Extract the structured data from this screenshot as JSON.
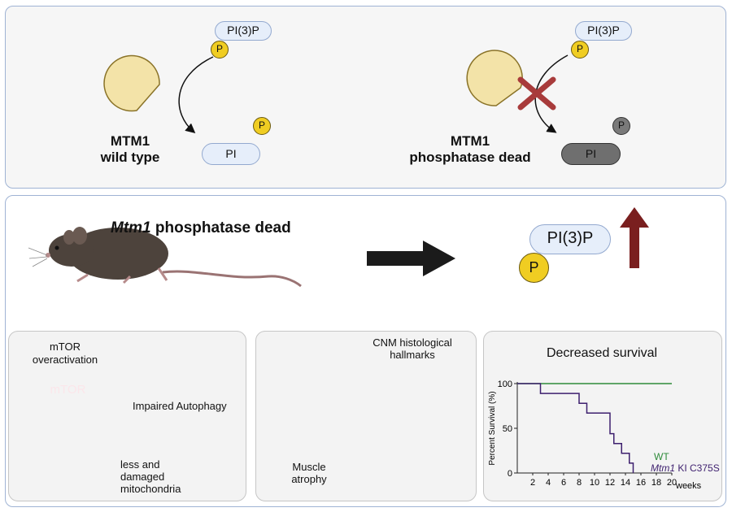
{
  "top_panel": {
    "left": {
      "enzyme_label_line1": "MTM1",
      "enzyme_label_line2": "wild type",
      "substrate": "PI(3)P",
      "product": "PI",
      "phosphate": "P"
    },
    "right": {
      "enzyme_label_line1": "MTM1",
      "enzyme_label_line2": "phosphatase dead",
      "substrate": "PI(3)P",
      "product": "PI",
      "phosphate": "P"
    }
  },
  "bottom_panel": {
    "mouse_title_italic": "Mtm1",
    "mouse_title_rest": " phosphatase dead",
    "result_lipid": "PI(3)P",
    "result_phosphate": "P",
    "sub1": {
      "mtor_title_line1": "mTOR",
      "mtor_title_line2": "overactivation",
      "mtor_box": "mTOR",
      "autophagy": "Impaired Autophagy",
      "mito_line1": "less and",
      "mito_line2": "damaged",
      "mito_line3": "mitochondria"
    },
    "sub2": {
      "histo_title_line1": "CNM histological",
      "histo_title_line2": "hallmarks",
      "muscle_line1": "Muscle",
      "muscle_line2": "atrophy"
    },
    "sub3": {
      "title": "Decreased survival"
    }
  },
  "colors": {
    "panel_border": "#9fb3d4",
    "enzyme": "#f3e3a8",
    "phosphate": "#f0cd22",
    "cross": "#a83b3b",
    "up_arrow": "#7a1f1f",
    "wt_line": "#2e8b3a",
    "ki_line": "#3d1f6e"
  },
  "chart_data": {
    "type": "line",
    "title": "Decreased survival",
    "xlabel": "weeks",
    "ylabel": "Percent Survival (%)",
    "xlim": [
      0,
      20
    ],
    "ylim": [
      0,
      100
    ],
    "x_ticks": [
      2,
      4,
      6,
      8,
      10,
      12,
      14,
      16,
      18,
      20
    ],
    "y_ticks": [
      0,
      50,
      100
    ],
    "step": true,
    "series": [
      {
        "name": "WT",
        "color": "#2e8b3a",
        "x": [
          0,
          20
        ],
        "y": [
          100,
          100
        ]
      },
      {
        "name": "Mtm1 KI C375S",
        "name_italic": "Mtm1",
        "name_rest": " KI C375S",
        "color": "#3d1f6e",
        "x": [
          0,
          3,
          8,
          9,
          12,
          12.5,
          13.5,
          14.5,
          15
        ],
        "y": [
          100,
          89,
          78,
          67,
          44,
          33,
          22,
          11,
          0
        ]
      }
    ]
  }
}
